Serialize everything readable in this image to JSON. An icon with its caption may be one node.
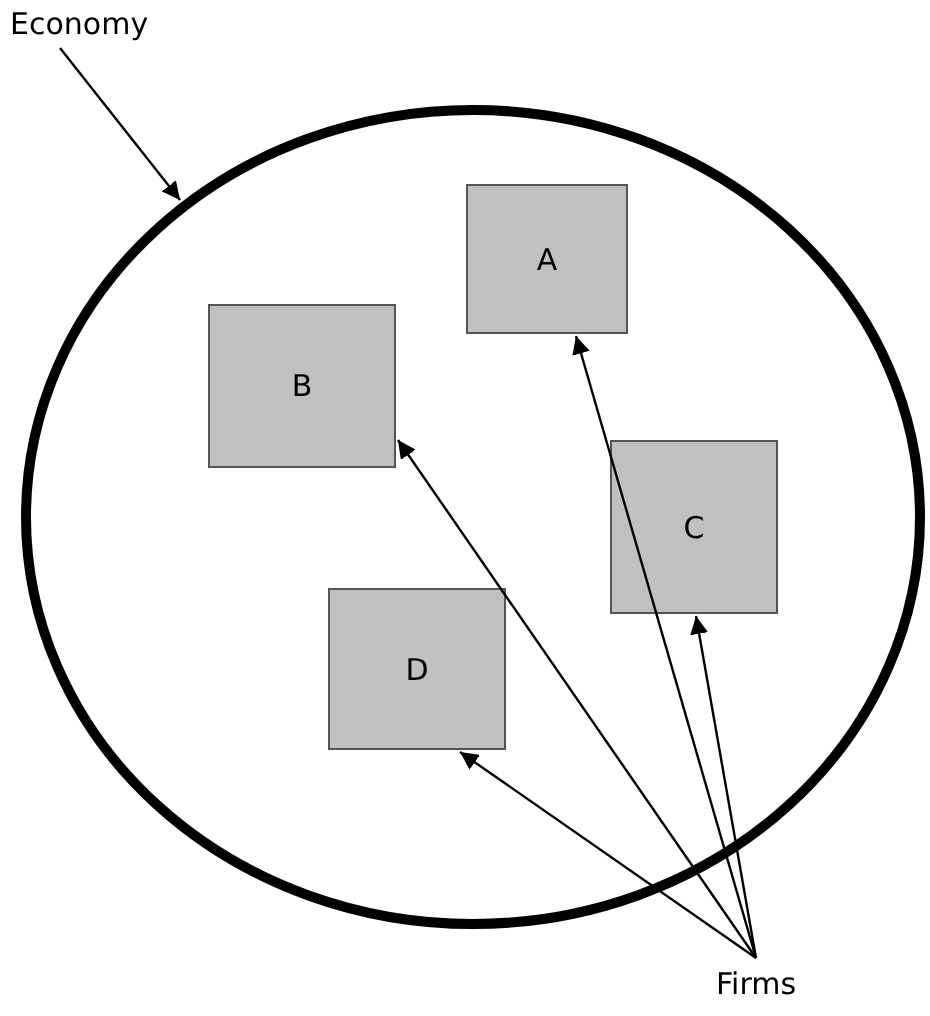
{
  "diagram": {
    "nodes": [
      {
        "text": [
          "Economy"
        ]
      },
      {
        "text": [],
        "shape": "ellipse"
      },
      {
        "text": [
          "A"
        ],
        "in": 1
      },
      {
        "text": [
          "B"
        ],
        "in": 1
      },
      {
        "text": [
          "C"
        ],
        "in": 1
      },
      {
        "text": [
          "D"
        ],
        "in": 1
      },
      {
        "text": [
          "Firms"
        ]
      }
    ],
    "edges": [
      {
        "from": 0,
        "to": 1,
        "arrow": "to"
      },
      {
        "from": 6,
        "to": 2,
        "arrow": "to"
      },
      {
        "from": 6,
        "to": 3,
        "arrow": "to"
      },
      {
        "from": 6,
        "to": 4,
        "arrow": "to"
      },
      {
        "from": 6,
        "to": 5,
        "arrow": "to"
      }
    ]
  }
}
